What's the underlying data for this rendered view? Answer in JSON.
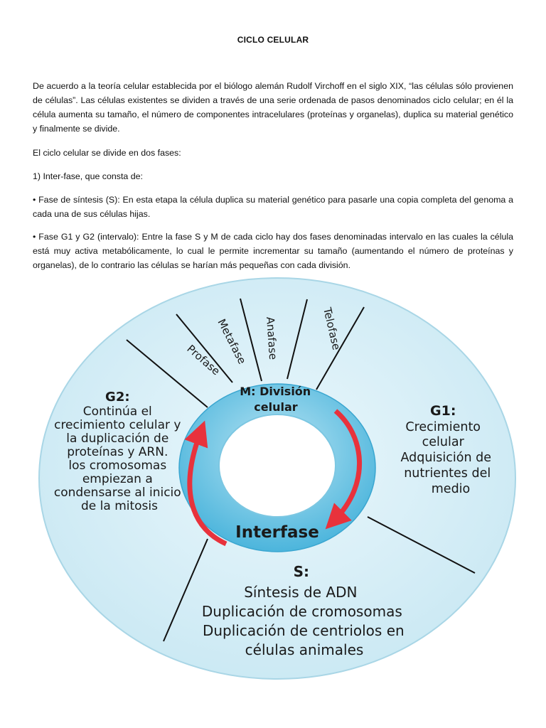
{
  "document": {
    "title": "CICLO CELULAR",
    "paragraphs": [
      "De acuerdo a la teoría celular establecida por el biólogo alemán Rudolf Virchoff en el siglo XIX, “las células sólo provienen de células”. Las células existentes se dividen a través de una serie ordenada de pasos denominados ciclo celular; en él la célula aumenta su tamaño, el número de componentes intracelulares (proteínas y organelas), duplica su material genético y finalmente se divide.",
      "El ciclo celular se divide en dos fases:",
      "1) Inter-fase, que consta de:",
      "• Fase de síntesis (S): En esta etapa la célula duplica su material genético para pasarle una copia completa del genoma a cada una de sus células hijas.",
      "• Fase G1 y G2 (intervalo): Entre la fase S y M de cada ciclo hay dos fases denominadas intervalo en las cuales la célula está muy activa metabólicamente, lo cual le permite incrementar su tamaño (aumentando el número de proteínas y organelas), de lo contrario las células se harían más pequeñas con cada división."
    ]
  },
  "diagram": {
    "mitosis_phases": [
      "Profase",
      "Metafase",
      "Anafase",
      "Telofase"
    ],
    "m_phase": [
      "M: División",
      "celular"
    ],
    "g2": {
      "title": "G2:",
      "lines": [
        "Continúa el",
        "crecimiento celular y",
        "la duplicación de",
        "proteínas y ARN.",
        "los cromosomas",
        "empiezan a",
        "condensarse al inicio",
        "de la mitosis"
      ]
    },
    "g1": {
      "title": "G1:",
      "lines": [
        "Crecimiento",
        "celular",
        "Adquisición de",
        "nutrientes del",
        "medio"
      ]
    },
    "s": {
      "title": "S:",
      "lines": [
        "Síntesis de ADN",
        "Duplicación de cromosomas",
        "Duplicación de centriolos en",
        "células animales"
      ]
    },
    "center_label": "Interfase",
    "colors": {
      "disc": "#d4eef7",
      "disc_edge": "#9ccfe2",
      "ring": "#5cc0e2",
      "arrow": "#e8323c"
    }
  }
}
